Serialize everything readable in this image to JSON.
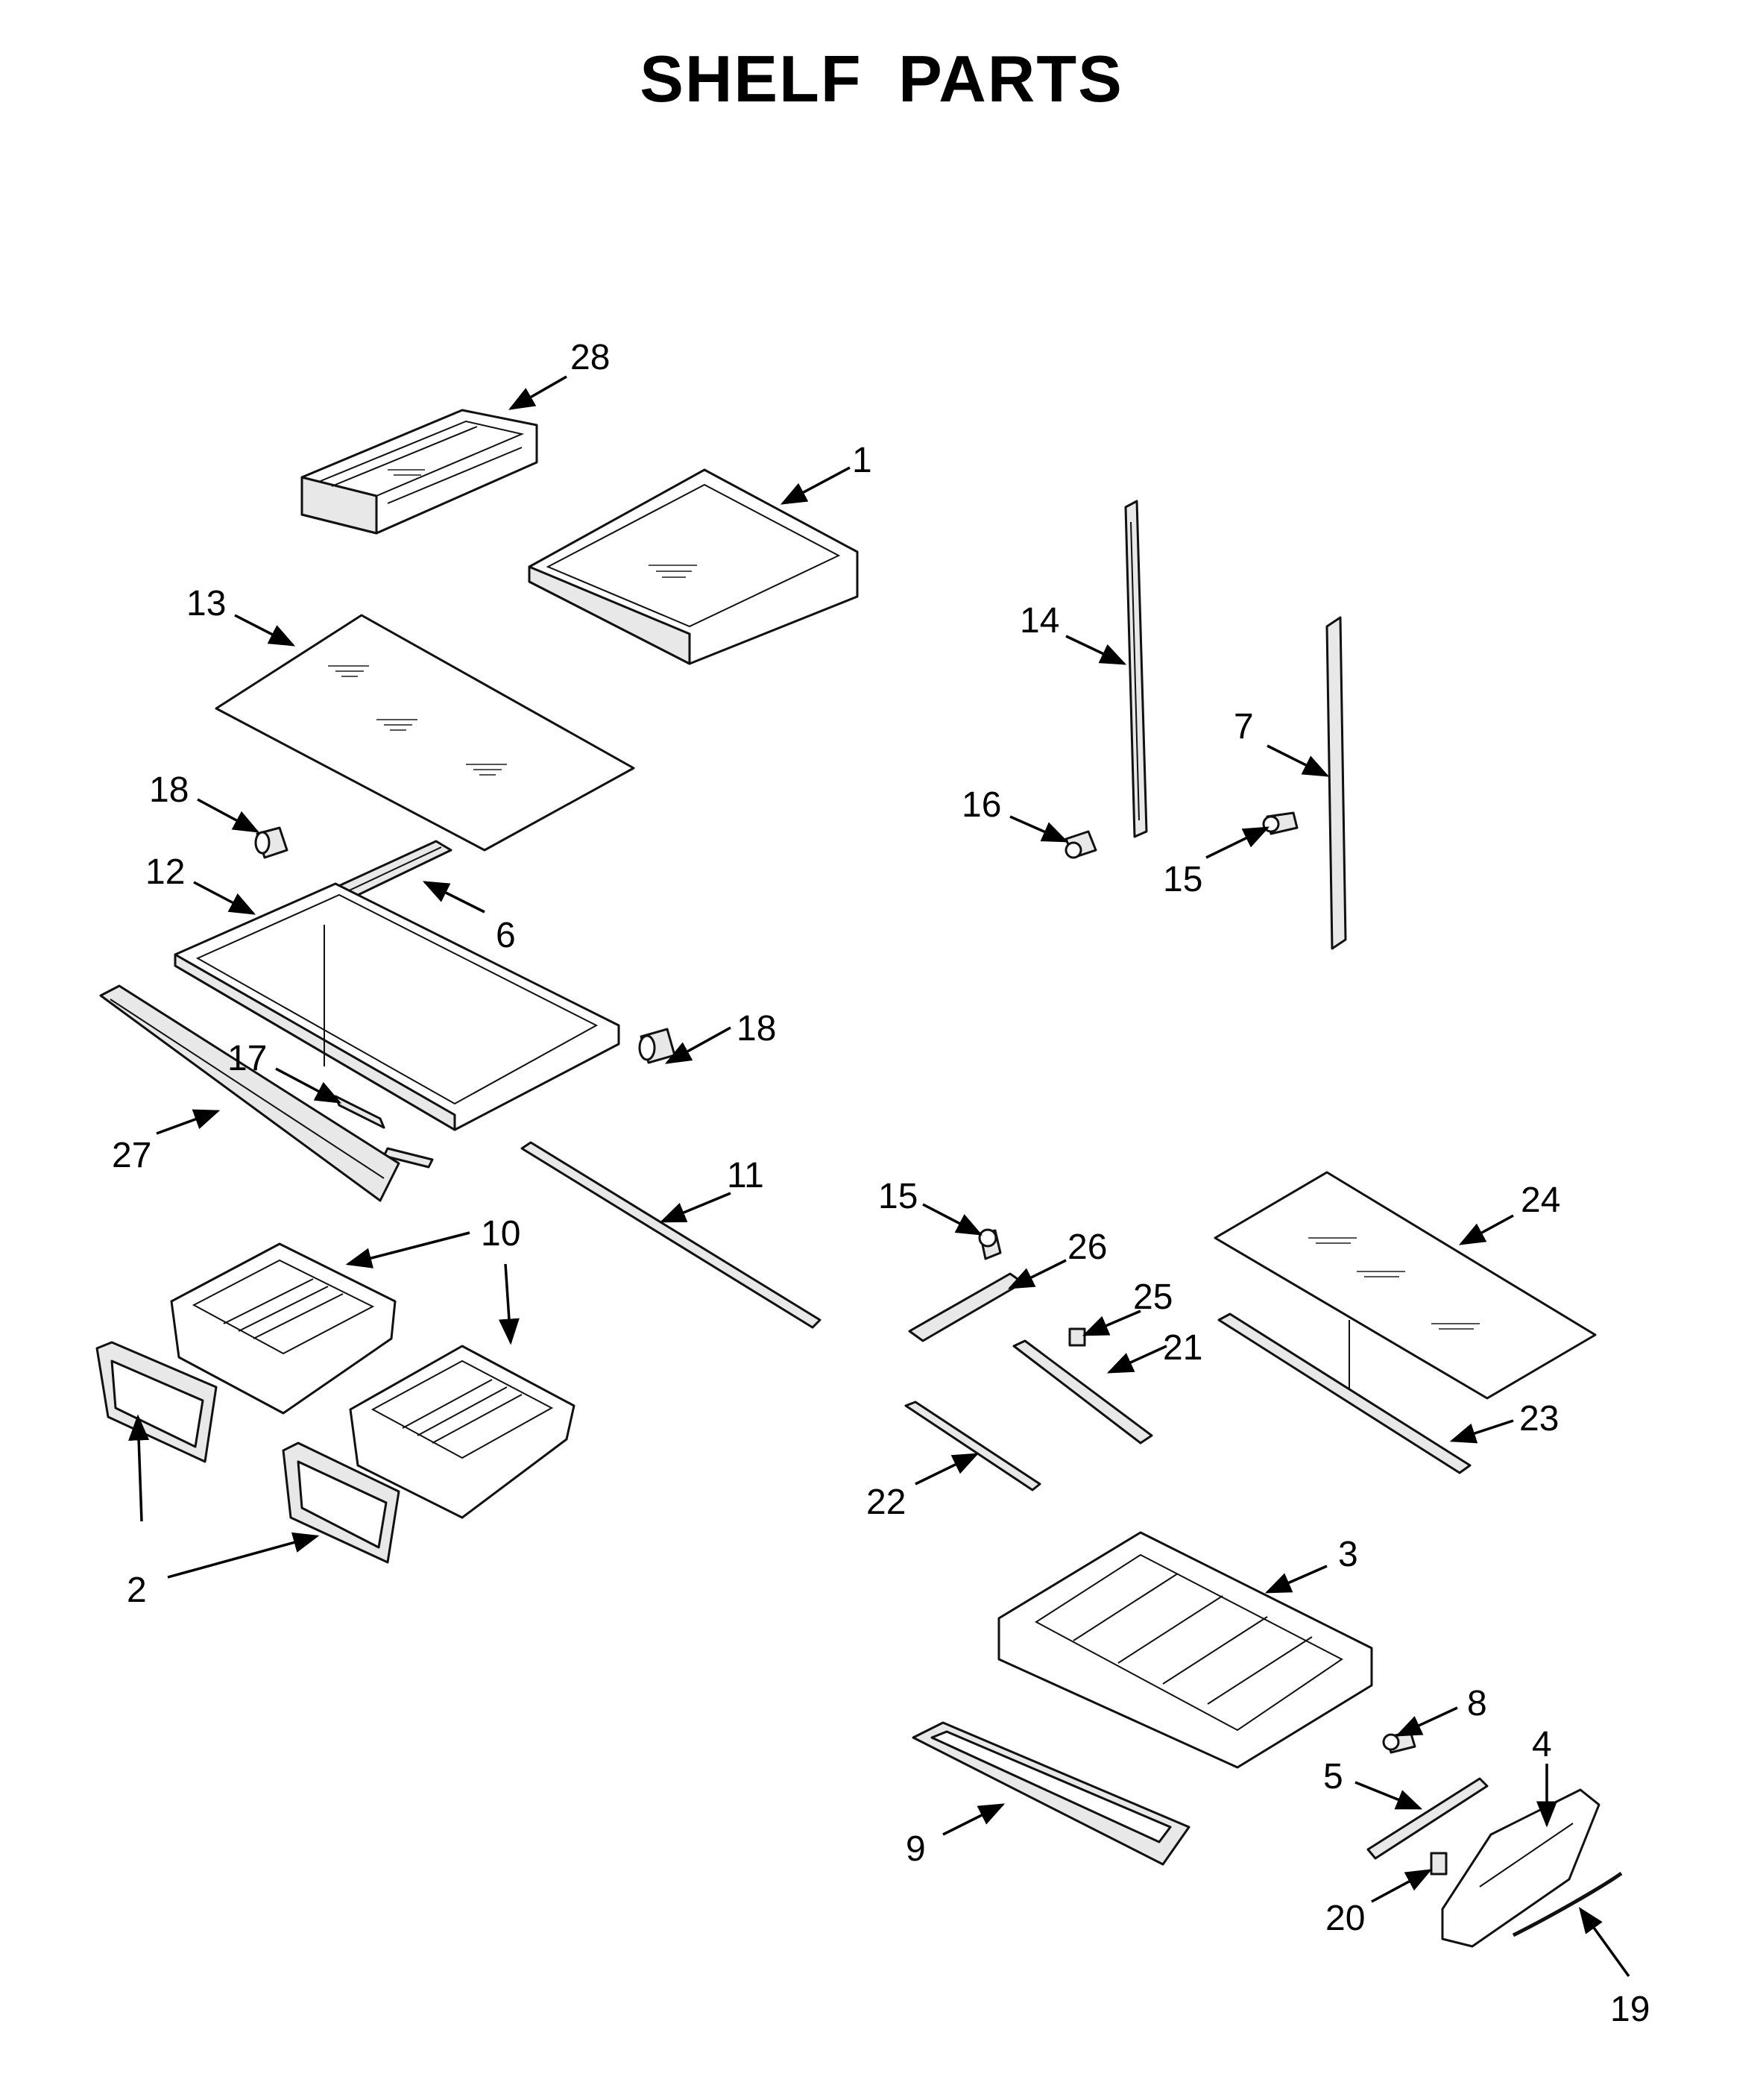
{
  "title": "SHELF PARTS",
  "callouts": [
    {
      "label": "28"
    },
    {
      "label": "1"
    },
    {
      "label": "13"
    },
    {
      "label": "14"
    },
    {
      "label": "7"
    },
    {
      "label": "16"
    },
    {
      "label": "15"
    },
    {
      "label": "18"
    },
    {
      "label": "12"
    },
    {
      "label": "6"
    },
    {
      "label": "18"
    },
    {
      "label": "17"
    },
    {
      "label": "27"
    },
    {
      "label": "11"
    },
    {
      "label": "10"
    },
    {
      "label": "10"
    },
    {
      "label": "2"
    },
    {
      "label": "15"
    },
    {
      "label": "26"
    },
    {
      "label": "24"
    },
    {
      "label": "25"
    },
    {
      "label": "21"
    },
    {
      "label": "23"
    },
    {
      "label": "22"
    },
    {
      "label": "3"
    },
    {
      "label": "8"
    },
    {
      "label": "4"
    },
    {
      "label": "5"
    },
    {
      "label": "9"
    },
    {
      "label": "20"
    },
    {
      "label": "19"
    }
  ],
  "colors": {
    "line": "#111111",
    "background": "#ffffff",
    "fill": "#e8e8e8"
  }
}
